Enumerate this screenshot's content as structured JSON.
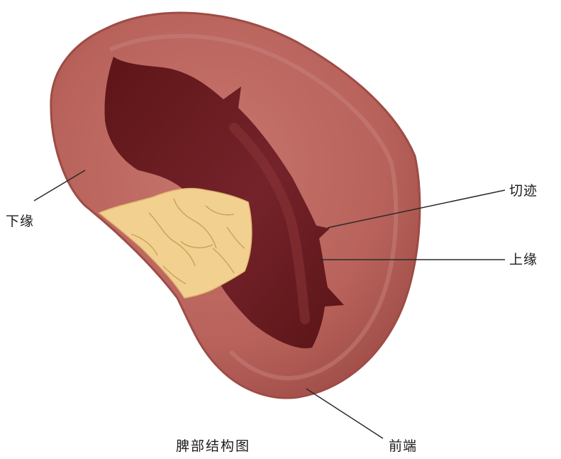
{
  "caption": "脾部结构图",
  "labels": {
    "inferior_border": "下缘",
    "notch": "切迹",
    "superior_border": "上缘",
    "anterior_end": "前端"
  },
  "colors": {
    "capsule": "#b8625b",
    "capsule_edge": "#9e4c46",
    "hilum": "#6a1c1d",
    "hilum_highlight": "#8a3436",
    "fat": "#f2d08f",
    "fat_veins": "#c9a15a",
    "leader_line": "#2a2a2a"
  }
}
